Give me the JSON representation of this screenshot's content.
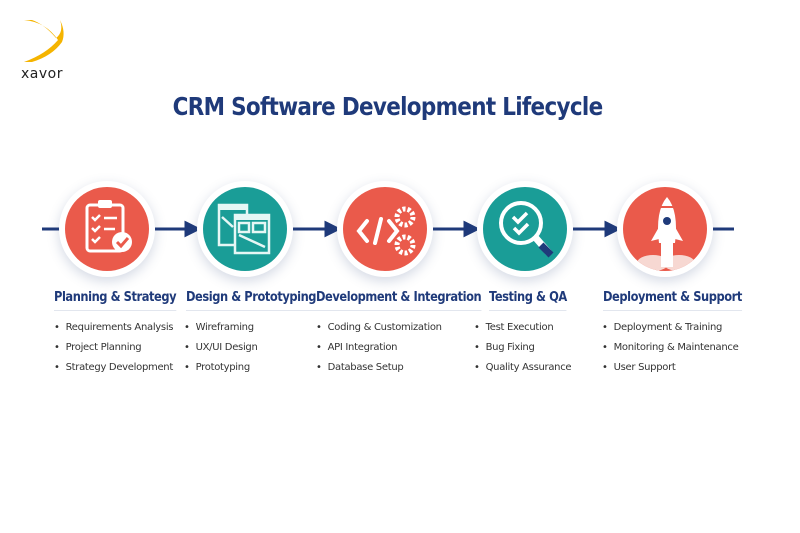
{
  "logo": {
    "text": "xavor",
    "color": "#f5b400"
  },
  "title": "CRM Software Development Lifecycle",
  "colors": {
    "red": "#ea5a4b",
    "teal": "#1a9d97",
    "navy": "#1f3a7a"
  },
  "steps": [
    {
      "heading": "Planning & Strategy",
      "icon": "clipboard-checklist-icon",
      "color": "red",
      "items": [
        "Requirements Analysis",
        "Project Planning",
        "Strategy Development"
      ]
    },
    {
      "heading": "Design & Prototyping",
      "icon": "wireframe-windows-icon",
      "color": "teal",
      "items": [
        "Wireframing",
        "UX/UI Design",
        "Prototyping"
      ]
    },
    {
      "heading": "Development & Integration",
      "icon": "code-gears-icon",
      "color": "red",
      "items": [
        "Coding & Customization",
        "API Integration",
        "Database Setup"
      ]
    },
    {
      "heading": "Testing & QA",
      "icon": "magnifier-check-icon",
      "color": "teal",
      "items": [
        "Test Execution",
        "Bug Fixing",
        "Quality Assurance"
      ]
    },
    {
      "heading": "Deployment & Support",
      "icon": "rocket-icon",
      "color": "red",
      "items": [
        "Deployment & Training",
        "Monitoring & Maintenance",
        "User Support"
      ]
    }
  ]
}
